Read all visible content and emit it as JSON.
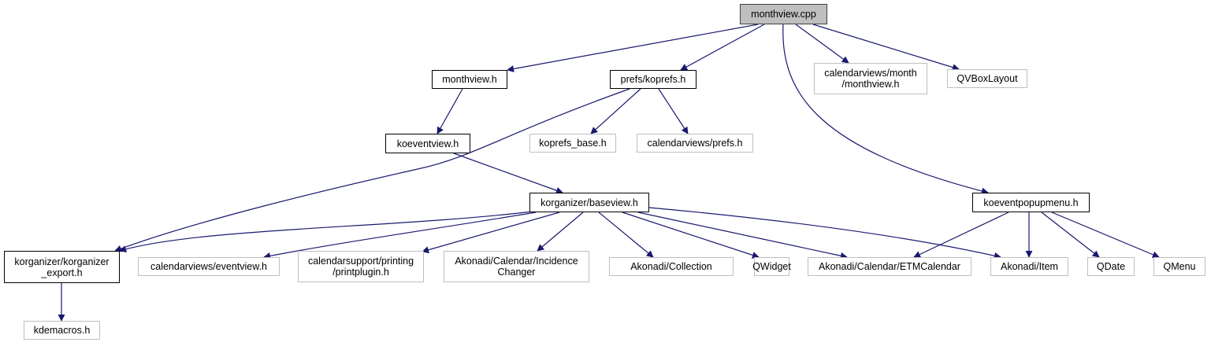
{
  "title": "monthview.cpp include dependency graph",
  "colors": {
    "edge": "#191970",
    "root_fill": "#bfbfbf",
    "documented_border": "#000000",
    "external_border": "#bfbfbf"
  },
  "nodes": [
    {
      "id": "monthview_cpp",
      "label": "monthview.cpp",
      "kind": "root"
    },
    {
      "id": "monthview_h",
      "label": "monthview.h",
      "kind": "documented"
    },
    {
      "id": "koprefs_h",
      "label": "prefs/koprefs.h",
      "kind": "documented"
    },
    {
      "id": "cv_month_monthview_h",
      "label": "calendarviews/month\n/monthview.h",
      "kind": "external"
    },
    {
      "id": "qvboxlayout",
      "label": "QVBoxLayout",
      "kind": "external"
    },
    {
      "id": "koeventview_h",
      "label": "koeventview.h",
      "kind": "documented"
    },
    {
      "id": "koprefs_base_h",
      "label": "koprefs_base.h",
      "kind": "external"
    },
    {
      "id": "cv_prefs_h",
      "label": "calendarviews/prefs.h",
      "kind": "external"
    },
    {
      "id": "baseview_h",
      "label": "korganizer/baseview.h",
      "kind": "documented"
    },
    {
      "id": "koeventpopupmenu_h",
      "label": "koeventpopupmenu.h",
      "kind": "documented"
    },
    {
      "id": "korganizer_export_h",
      "label": "korganizer/korganizer\n_export.h",
      "kind": "documented"
    },
    {
      "id": "cv_eventview_h",
      "label": "calendarviews/eventview.h",
      "kind": "external"
    },
    {
      "id": "printplugin_h",
      "label": "calendarsupport/printing\n/printplugin.h",
      "kind": "external"
    },
    {
      "id": "incidencechanger",
      "label": "Akonadi/Calendar/Incidence\nChanger",
      "kind": "external"
    },
    {
      "id": "akonadi_collection",
      "label": "Akonadi/Collection",
      "kind": "external"
    },
    {
      "id": "qwidget",
      "label": "QWidget",
      "kind": "external"
    },
    {
      "id": "etmcalendar",
      "label": "Akonadi/Calendar/ETMCalendar",
      "kind": "external"
    },
    {
      "id": "akonadi_item",
      "label": "Akonadi/Item",
      "kind": "external"
    },
    {
      "id": "qdate",
      "label": "QDate",
      "kind": "external"
    },
    {
      "id": "qmenu",
      "label": "QMenu",
      "kind": "external"
    },
    {
      "id": "kdemacros_h",
      "label": "kdemacros.h",
      "kind": "external"
    }
  ],
  "edges": [
    {
      "from": "monthview_cpp",
      "to": "monthview_h"
    },
    {
      "from": "monthview_cpp",
      "to": "koprefs_h"
    },
    {
      "from": "monthview_cpp",
      "to": "cv_month_monthview_h"
    },
    {
      "from": "monthview_cpp",
      "to": "qvboxlayout"
    },
    {
      "from": "monthview_cpp",
      "to": "koeventpopupmenu_h"
    },
    {
      "from": "monthview_h",
      "to": "koeventview_h"
    },
    {
      "from": "koprefs_h",
      "to": "koprefs_base_h"
    },
    {
      "from": "koprefs_h",
      "to": "cv_prefs_h"
    },
    {
      "from": "koprefs_h",
      "to": "korganizer_export_h"
    },
    {
      "from": "koeventview_h",
      "to": "baseview_h"
    },
    {
      "from": "baseview_h",
      "to": "korganizer_export_h"
    },
    {
      "from": "baseview_h",
      "to": "cv_eventview_h"
    },
    {
      "from": "baseview_h",
      "to": "printplugin_h"
    },
    {
      "from": "baseview_h",
      "to": "incidencechanger"
    },
    {
      "from": "baseview_h",
      "to": "akonadi_collection"
    },
    {
      "from": "baseview_h",
      "to": "qwidget"
    },
    {
      "from": "baseview_h",
      "to": "etmcalendar"
    },
    {
      "from": "baseview_h",
      "to": "akonadi_item"
    },
    {
      "from": "koeventpopupmenu_h",
      "to": "etmcalendar"
    },
    {
      "from": "koeventpopupmenu_h",
      "to": "akonadi_item"
    },
    {
      "from": "koeventpopupmenu_h",
      "to": "qdate"
    },
    {
      "from": "koeventpopupmenu_h",
      "to": "qmenu"
    },
    {
      "from": "korganizer_export_h",
      "to": "kdemacros_h"
    }
  ]
}
